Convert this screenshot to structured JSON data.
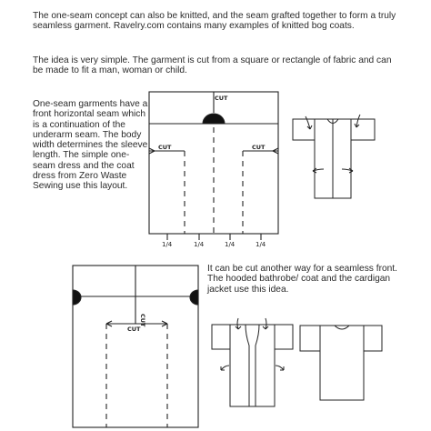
{
  "text": {
    "para1": "The one-seam concept can also be knitted, and the seam grafted together to form a truly seamless garment.  Ravelry.com contains many examples of knitted bog coats.",
    "para2": "The idea is very simple.  The garment is cut from a square or rectangle of fabric and can be made to fit a man, woman or child.",
    "para3": "One-seam garments have a front horizontal seam which is a continuation of the underarm seam. The body width determines the sleeve length. The simple one-seam dress and the coat dress from Zero Waste Sewing use this layout.",
    "para4": "It can be cut another way for a seamless front.  The hooded bathrobe/ coat and the cardigan jacket use this idea."
  },
  "diagram1": {
    "cut_top": "CUT",
    "cut_left": "CUT",
    "cut_right": "CUT",
    "fractions": [
      "1/4",
      "1/4",
      "1/4",
      "1/4"
    ]
  },
  "diagram2": {
    "cut_vertical": "CUT",
    "cut_horizontal": "CUT"
  }
}
